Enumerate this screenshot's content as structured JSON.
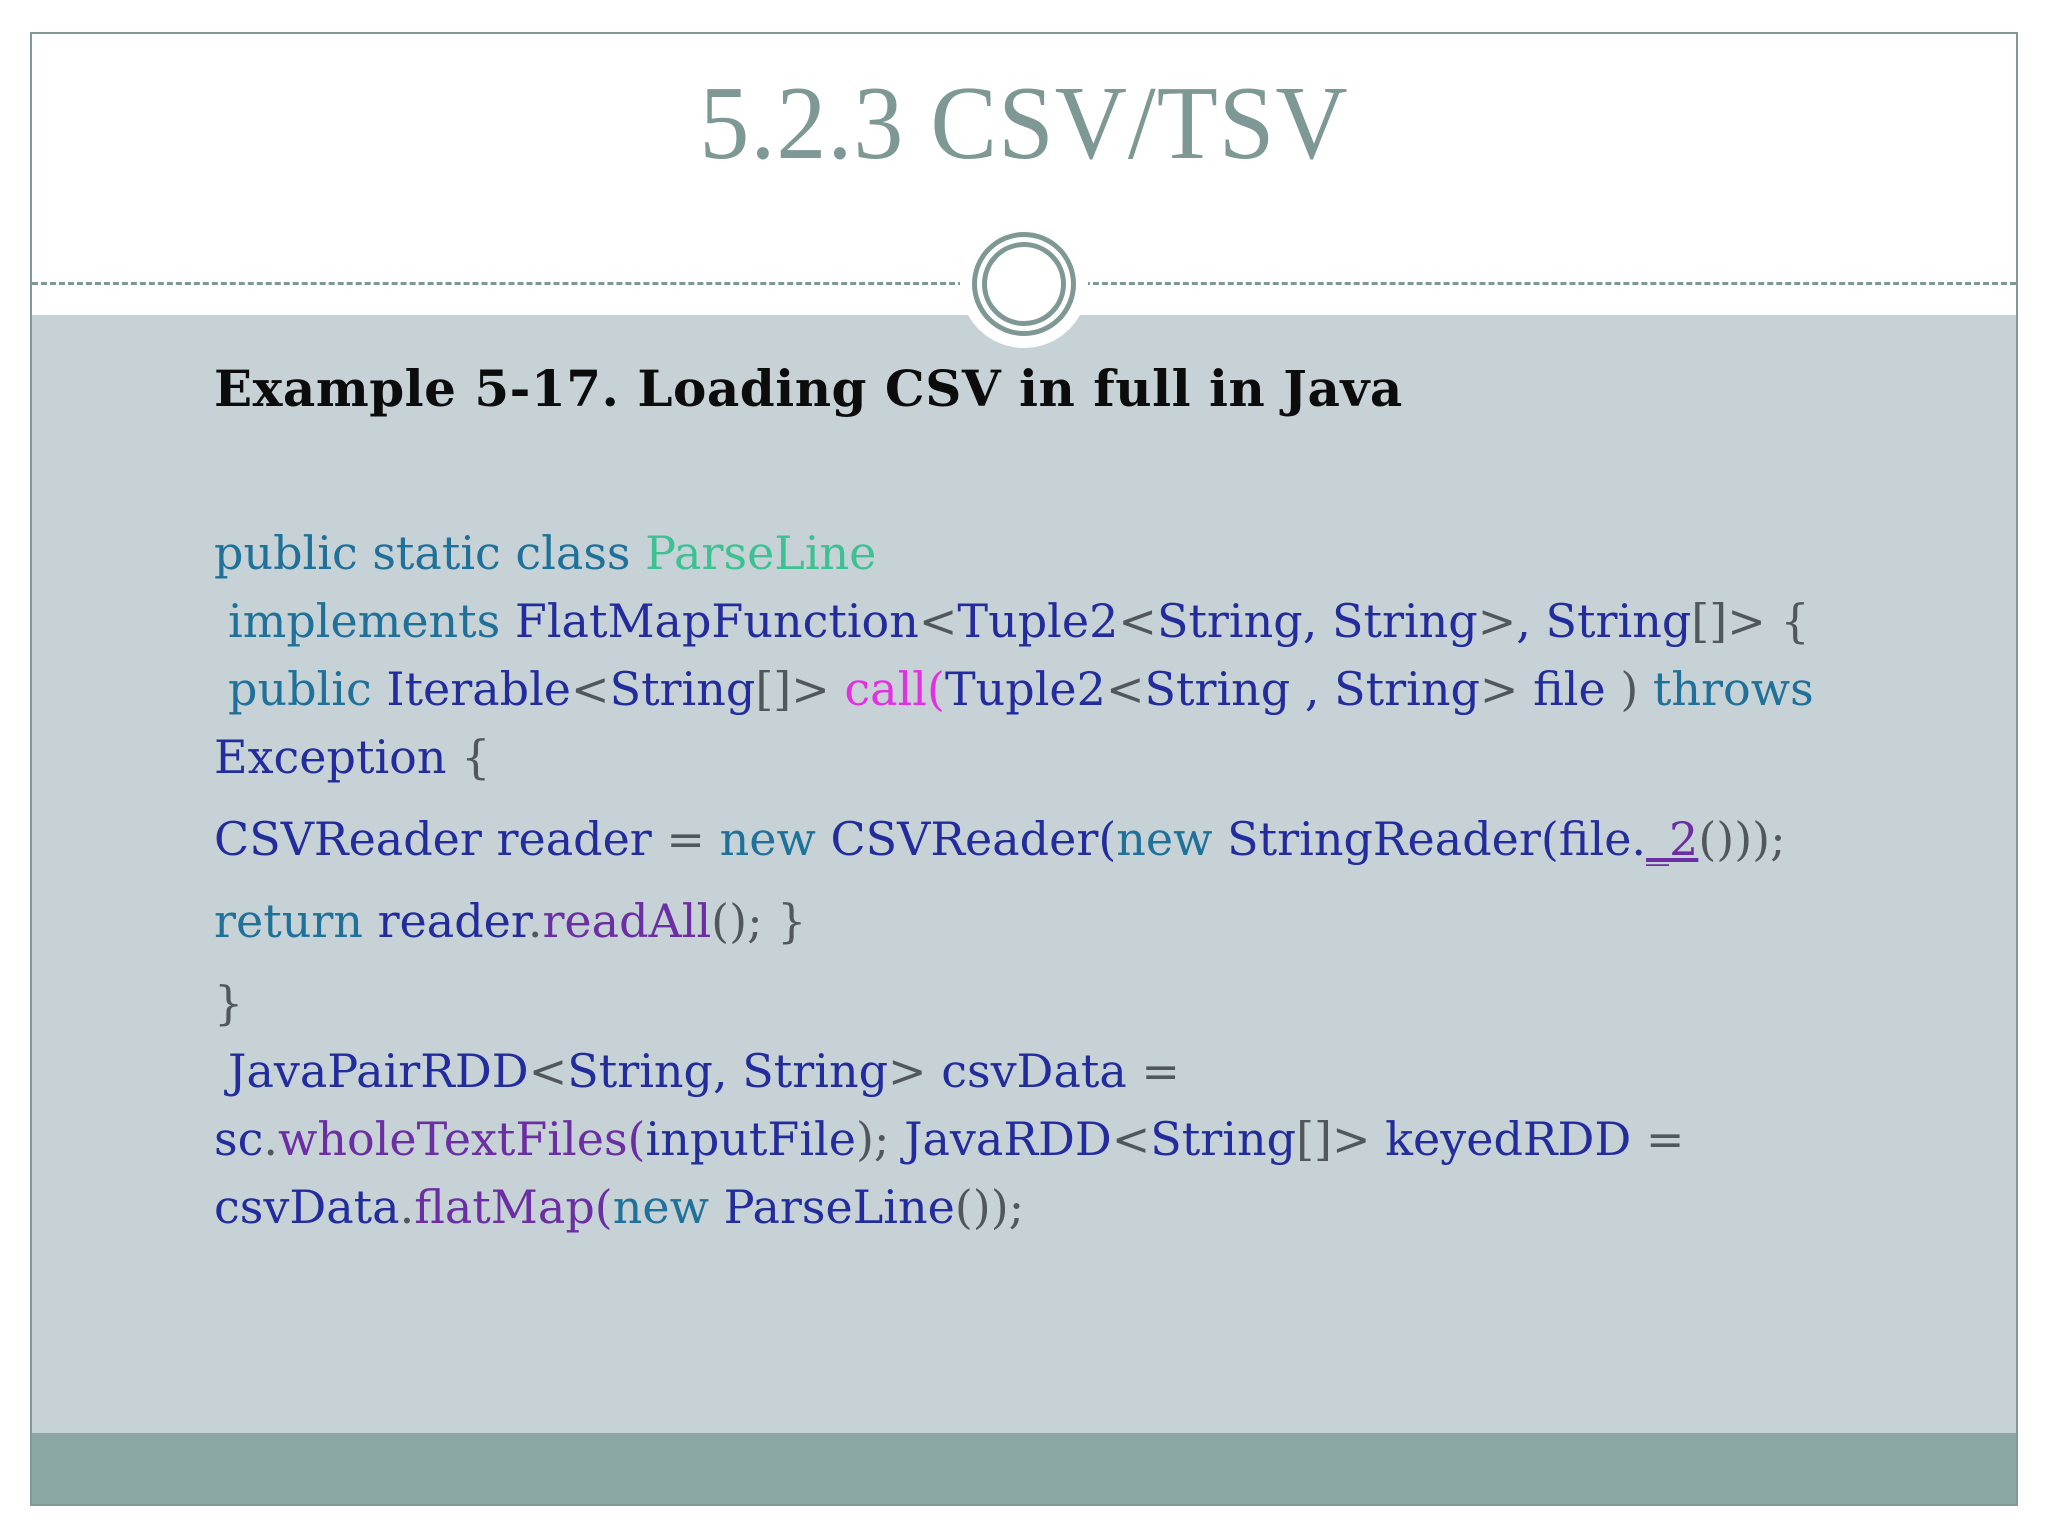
{
  "slide": {
    "title": "5.2.3 CSV/TSV",
    "heading": "Example 5-17. Loading CSV in full in Java",
    "colors": {
      "theme": "#7e9995",
      "content_bg": "#c7d2d7",
      "footer_bg": "#8ba8a4",
      "heading": "#0c0c0c",
      "navy": "#232c9c",
      "teal": "#1f7199",
      "green": "#3ec192",
      "magenta": "#e330e3",
      "purple": "#6b2fa3",
      "gray": "#51585c"
    },
    "code": {
      "lines": [
        {
          "indent": false,
          "gap": false,
          "segments": [
            {
              "style": "teal",
              "text": "public static class "
            },
            {
              "style": "green",
              "text": "ParseLine"
            }
          ]
        },
        {
          "indent": true,
          "gap": false,
          "segments": [
            {
              "style": "teal",
              "text": "implements "
            },
            {
              "style": "navy",
              "text": "FlatMapFunction"
            },
            {
              "style": "gray",
              "text": "<"
            },
            {
              "style": "navy",
              "text": "Tuple2"
            },
            {
              "style": "gray",
              "text": "<"
            },
            {
              "style": "navy",
              "text": "String, String"
            },
            {
              "style": "gray",
              "text": ">"
            },
            {
              "style": "navy",
              "text": ", String"
            },
            {
              "style": "gray",
              "text": "[]> {"
            }
          ]
        },
        {
          "indent": true,
          "gap": false,
          "segments": [
            {
              "style": "teal",
              "text": "public "
            },
            {
              "style": "navy",
              "text": "Iterable"
            },
            {
              "style": "gray",
              "text": "<"
            },
            {
              "style": "navy",
              "text": "String"
            },
            {
              "style": "gray",
              "text": "[]> "
            },
            {
              "style": "magenta",
              "text": "call("
            },
            {
              "style": "navy",
              "text": "Tuple2"
            },
            {
              "style": "gray",
              "text": "<"
            },
            {
              "style": "navy",
              "text": "String , String"
            },
            {
              "style": "gray",
              "text": "> "
            },
            {
              "style": "navy",
              "text": "file "
            },
            {
              "style": "gray",
              "text": ") "
            },
            {
              "style": "teal",
              "text": "throws"
            }
          ]
        },
        {
          "indent": false,
          "gap": false,
          "segments": [
            {
              "style": "navy",
              "text": "Exception "
            },
            {
              "style": "gray",
              "text": "{"
            }
          ]
        },
        {
          "indent": false,
          "gap": true,
          "segments": [
            {
              "style": "navy",
              "text": "CSVReader reader "
            },
            {
              "style": "gray",
              "text": "= "
            },
            {
              "style": "teal",
              "text": "new "
            },
            {
              "style": "navy",
              "text": "CSVReader("
            },
            {
              "style": "teal",
              "text": "new "
            },
            {
              "style": "navy",
              "text": "StringReader(file."
            },
            {
              "style": "purple",
              "text": "_2",
              "underline": true
            },
            {
              "style": "gray",
              "text": "()));"
            }
          ]
        },
        {
          "indent": false,
          "gap": true,
          "segments": [
            {
              "style": "teal",
              "text": "return "
            },
            {
              "style": "navy",
              "text": "reader"
            },
            {
              "style": "gray",
              "text": "."
            },
            {
              "style": "purple",
              "text": "readAll"
            },
            {
              "style": "gray",
              "text": "(); }"
            }
          ]
        },
        {
          "indent": false,
          "gap": true,
          "segments": [
            {
              "style": "gray",
              "text": "}"
            }
          ]
        },
        {
          "indent": true,
          "gap": false,
          "segments": [
            {
              "style": "navy",
              "text": "JavaPairRDD"
            },
            {
              "style": "gray",
              "text": "<"
            },
            {
              "style": "navy",
              "text": "String, String"
            },
            {
              "style": "gray",
              "text": "> "
            },
            {
              "style": "navy",
              "text": "csvData "
            },
            {
              "style": "gray",
              "text": "="
            }
          ]
        },
        {
          "indent": false,
          "gap": false,
          "segments": [
            {
              "style": "navy",
              "text": "sc"
            },
            {
              "style": "gray",
              "text": "."
            },
            {
              "style": "purple",
              "text": "wholeTextFiles("
            },
            {
              "style": "navy",
              "text": "inputFile"
            },
            {
              "style": "gray",
              "text": "); "
            },
            {
              "style": "navy",
              "text": "JavaRDD"
            },
            {
              "style": "gray",
              "text": "<"
            },
            {
              "style": "navy",
              "text": "String"
            },
            {
              "style": "gray",
              "text": "[]> "
            },
            {
              "style": "navy",
              "text": "keyedRDD "
            },
            {
              "style": "gray",
              "text": "="
            }
          ]
        },
        {
          "indent": false,
          "gap": false,
          "segments": [
            {
              "style": "navy",
              "text": "csvData"
            },
            {
              "style": "gray",
              "text": "."
            },
            {
              "style": "purple",
              "text": "flatMap("
            },
            {
              "style": "teal",
              "text": "new "
            },
            {
              "style": "navy",
              "text": "ParseLine"
            },
            {
              "style": "gray",
              "text": "());"
            }
          ]
        }
      ]
    }
  }
}
